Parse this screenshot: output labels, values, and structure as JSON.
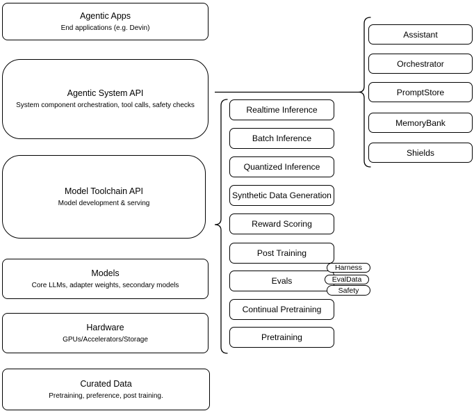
{
  "diagram": {
    "background": "#ffffff",
    "stroke_color": "#000000"
  },
  "left_column": [
    {
      "title": "Agentic Apps",
      "subtitle": "End applications (e.g. Devin)"
    },
    {
      "title": "Agentic System API",
      "subtitle": "System component orchestration, tool calls, safety checks"
    },
    {
      "title": "Model Toolchain API",
      "subtitle": "Model development & serving"
    },
    {
      "title": "Models",
      "subtitle": "Core LLMs, adapter weights, secondary models"
    },
    {
      "title": "Hardware",
      "subtitle": "GPUs/Accelerators/Storage"
    },
    {
      "title": "Curated Data",
      "subtitle": "Pretraining, preference, post training."
    }
  ],
  "toolchain_components": [
    "Realtime Inference",
    "Batch Inference",
    "Quantized Inference",
    "Synthetic Data Generation",
    "Reward Scoring",
    "Post Training",
    "Evals",
    "Continual Pretraining",
    "Pretraining"
  ],
  "evals_tags": [
    "Harness",
    "EvalData",
    "Safety"
  ],
  "system_components": [
    "Assistant",
    "Orchestrator",
    "PromptStore",
    "MemoryBank",
    "Shields"
  ]
}
